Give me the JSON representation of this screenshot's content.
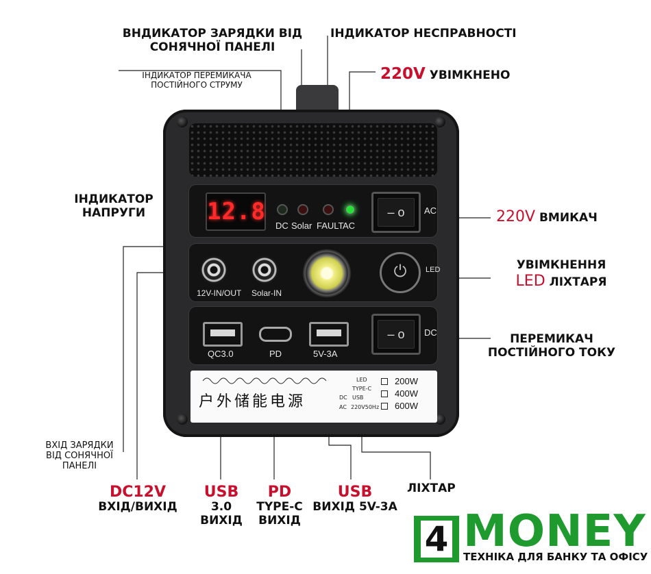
{
  "device": {
    "voltage_display": "12.8",
    "indicator_labels": [
      "DC",
      "Solar",
      "FAULT",
      "AC"
    ],
    "indicator_colors": [
      "#1e2a1e",
      "#3a0f0f",
      "#3a0f0f",
      "#29e03a"
    ],
    "ac_switch_label": "AC",
    "dc_switch_label": "DC",
    "led_button_label": "LED",
    "port_12v_label": "12V-IN/OUT",
    "port_solar_label": "Solar-IN",
    "port_qc_label": "QC3.0",
    "port_pd_label": "PD",
    "port_usb_label": "5V-3A",
    "rocker_symbols": "– o",
    "sticker": {
      "chinese_title": "户外储能电源",
      "small_lines": [
        "LED",
        "TYPE-C",
        "USB",
        "220V50Hz"
      ],
      "small_left": [
        "DC",
        "AC"
      ],
      "watt_options": [
        "200W",
        "400W",
        "600W"
      ]
    }
  },
  "callouts": {
    "solar_charge_indicator": "ВНДИКАТОР ЗАРЯДКИ ВІД\nСОНЯЧНОЇ ПАНЕЛІ",
    "fault_indicator": "ІНДИКАТОР НЕСПРАВНОСТІ",
    "dc_switch_indicator": "ІНДИКАТОР ПЕРЕМИКАЧА\nПОСТІЙНОГО СТРУМУ",
    "ac_on_voltage": "220V",
    "ac_on_text": "УВІМКНЕНО",
    "voltage_indicator": "ІНДИКАТОР\nНАПРУГИ",
    "ac_switch_voltage": "220V",
    "ac_switch_text": "ВМИКАЧ",
    "flashlight_on_line1": "УВІМКНЕННЯ",
    "flashlight_on_led": "LED",
    "flashlight_on_text": "ЛІХТАРЯ",
    "dc_switch": "ПЕРЕМИКАЧ\nПОСТІЙНОГО ТОКУ",
    "solar_input": "ВХІД ЗАРЯДКИ\nВІД СОНЯЧНОЇ\nПАНЕЛІ",
    "dc12v_title": "DC12V",
    "dc12v_text": "ВХІД/ВИХІД",
    "usb30_title": "USB",
    "usb30_text": "3.0\nВИХІД",
    "pd_title": "PD",
    "pd_text": "TYPE-C\nВИХІД",
    "usb5v_title": "USB",
    "usb5v_text": "ВИХІД 5V-3A",
    "flashlight": "ЛІХТАР"
  },
  "logo": {
    "digit": "4",
    "word": "MONEY",
    "tagline": "ТЕХНІКА ДЛЯ БАНКУ ТА ОФІСУ",
    "brand_color": "#1f9a2f"
  },
  "colors": {
    "accent_red": "#c8102e",
    "device_body": "#2a2a2c"
  }
}
